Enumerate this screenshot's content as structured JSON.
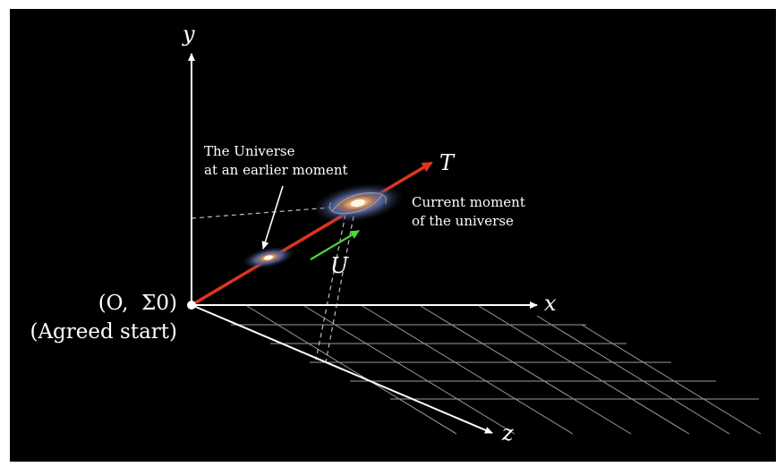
{
  "axes": {
    "x_label": "x",
    "y_label": "y",
    "z_label": "z",
    "t_label": "T",
    "u_label": "U"
  },
  "origin": {
    "symbol_line": "(O,  Σ0)",
    "caption": "(Agreed start)"
  },
  "annotations": {
    "earlier_moment": "The Universe\nat an earlier moment",
    "current_moment": "Current moment\nof the universe"
  },
  "colors": {
    "background": "#000000",
    "axis": "#ffffff",
    "time_axis": "#e0341e",
    "velocity_vector": "#4cd83a",
    "grid": "#9a9a9a"
  },
  "icons": {
    "galaxy_large": "galaxy-icon",
    "galaxy_small": "galaxy-icon"
  }
}
